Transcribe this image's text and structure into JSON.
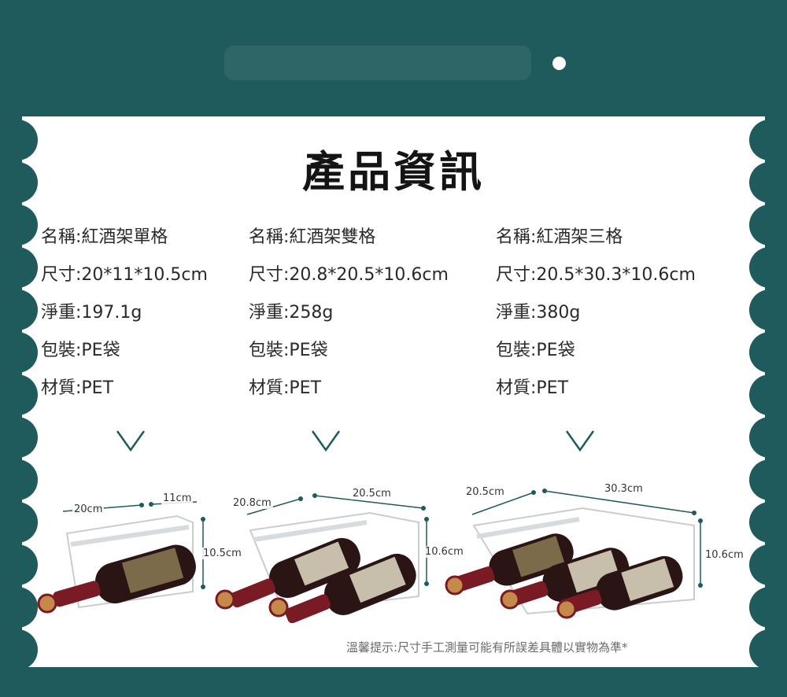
{
  "title": "產品資訊",
  "colors": {
    "background": "#1f5a5c",
    "card": "#ffffff",
    "wine": "#7a1a24",
    "bottle": "#2a1414"
  },
  "products": [
    {
      "rows": [
        "名稱:紅酒架單格",
        "尺寸:20*11*10.5cm",
        "淨重:197.1g",
        "包裝:PE袋",
        "材質:PET"
      ],
      "dims": [
        "20cm",
        "11cm",
        "10.5cm"
      ],
      "bottles": 1
    },
    {
      "rows": [
        "名稱:紅酒架雙格",
        "尺寸:20.8*20.5*10.6cm",
        "淨重:258g",
        "包裝:PE袋",
        "材質:PET"
      ],
      "dims": [
        "20.8cm",
        "20.5cm",
        "10.6cm"
      ],
      "bottles": 2
    },
    {
      "rows": [
        "名稱:紅酒架三格",
        "尺寸:20.5*30.3*10.6cm",
        "淨重:380g",
        "包裝:PE袋",
        "材質:PET"
      ],
      "dims": [
        "20.5cm",
        "30.3cm",
        "10.6cm"
      ],
      "bottles": 3
    }
  ],
  "note": "溫馨提示:尺寸手工測量可能有所誤差具體以實物為準*"
}
